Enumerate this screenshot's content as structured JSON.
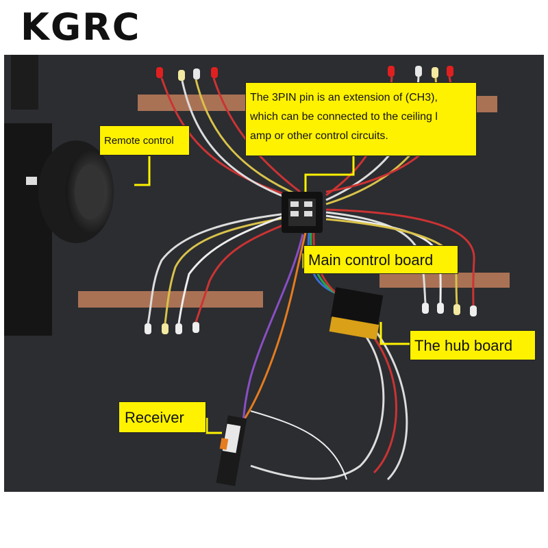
{
  "logo": {
    "text": "KGRC"
  },
  "labels": {
    "remote_control": "Remote control",
    "three_pin_line1": "The 3PIN pin is an extension of (CH3),",
    "three_pin_line2": "which can be connected to the ceiling l",
    "three_pin_line3": "amp or other control circuits.",
    "main_control_board": "Main control board",
    "hub_board": "The hub board",
    "receiver": "Receiver"
  },
  "colors": {
    "label_bg": "#fff200",
    "photo_bg": "#2b2d31",
    "tape": "#b87a5a"
  }
}
